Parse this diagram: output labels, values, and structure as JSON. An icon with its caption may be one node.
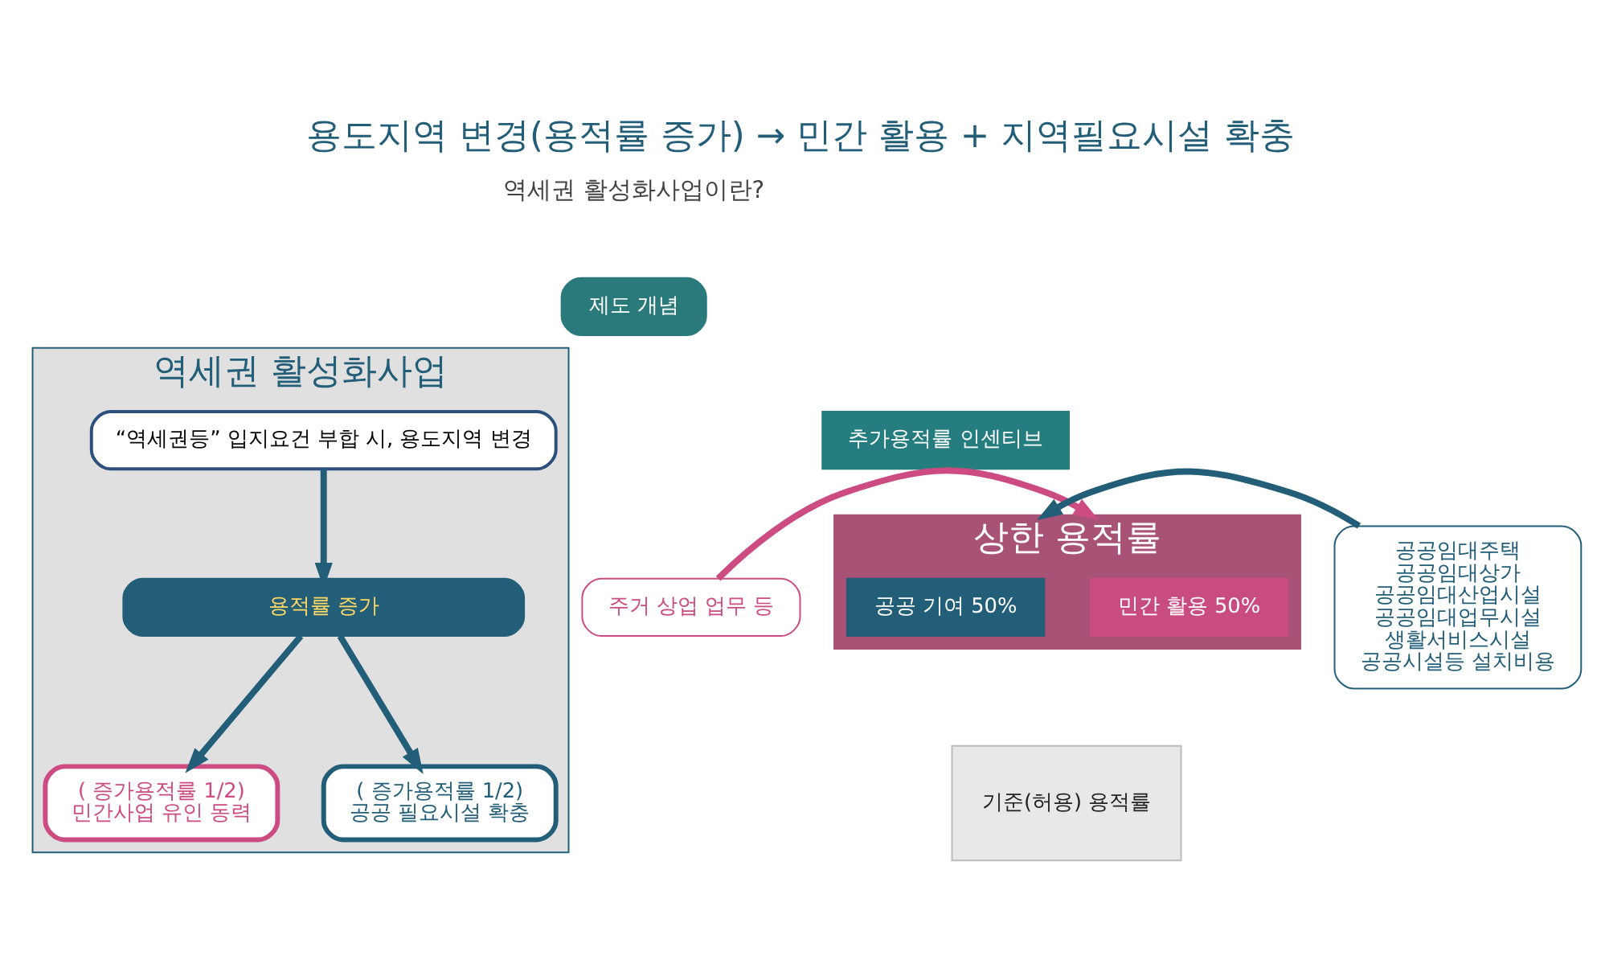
{
  "diagram": {
    "title": "용도지역 변경(용적률 증가) → 민간 활용 + 지역필요시설 확충",
    "nodes": [
      {
        "text": [
          "제도 개념"
        ]
      },
      {
        "text": [
          "역세권 활성화사업"
        ]
      },
      {
        "text": [
          "“역세권등” 입지요건 부합 시, 용도지역 변경"
        ],
        "in": 1
      },
      {
        "text": [
          "용적률 증가"
        ],
        "in": 1
      },
      {
        "text": [
          "( 증가용적률 1/2)",
          "민간사업 유인 동력"
        ],
        "in": 1
      },
      {
        "text": [
          "( 증가용적률 1/2)",
          "공공 필요시설 확충"
        ],
        "in": 1
      },
      {
        "text": [
          "주거 상업 업무 등"
        ]
      },
      {
        "text": [
          "추가용적률 인센티브"
        ]
      },
      {
        "text": [
          "상한 용적률"
        ]
      },
      {
        "text": [
          "민간 활용 50%"
        ],
        "in": 8
      },
      {
        "text": [
          "공공 기여 50%"
        ],
        "in": 8
      },
      {
        "text": [
          "기준(허용) 용적률"
        ]
      },
      {
        "text": [
          "공공임대주택",
          "공공임대상가",
          "공공임대산업시설",
          "공공임대업무시설",
          "생활서비스시설",
          "공공시설등 설치비용"
        ]
      }
    ],
    "edges": [
      {
        "from": 2,
        "to": 3,
        "arrow": "to"
      },
      {
        "from": 3,
        "to": 4,
        "arrow": "to"
      },
      {
        "from": 3,
        "to": 5,
        "arrow": "to"
      },
      {
        "from": 6,
        "to": 8,
        "arrow": "to",
        "color": "#cc4c82"
      },
      {
        "from": 12,
        "to": 8,
        "arrow": "to"
      }
    ],
    "labels": [
      "역세권 활성화사업이란?"
    ]
  }
}
